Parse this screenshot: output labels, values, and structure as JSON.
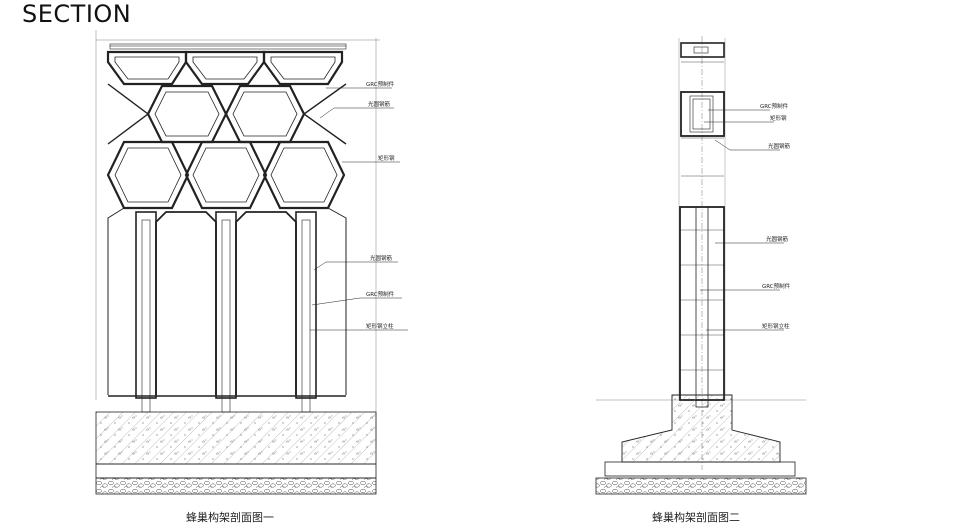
{
  "heading": "SECTION",
  "drawing1": {
    "caption": "蜂巢构架剖面图一",
    "callouts": {
      "c1": "GRC预制件",
      "c2": "光圆钢筋",
      "c3": "矩形钢",
      "c4": "光圆钢筋",
      "c5": "GRC预制件",
      "c6": "矩形钢立柱"
    }
  },
  "drawing2": {
    "caption": "蜂巢构架剖面图二",
    "callouts": {
      "c1": "GRC预制件",
      "c2": "矩形钢",
      "c3": "光圆钢筋",
      "c4": "光圆钢筋",
      "c5": "GRC预制件",
      "c6": "矩形钢立柱"
    }
  }
}
